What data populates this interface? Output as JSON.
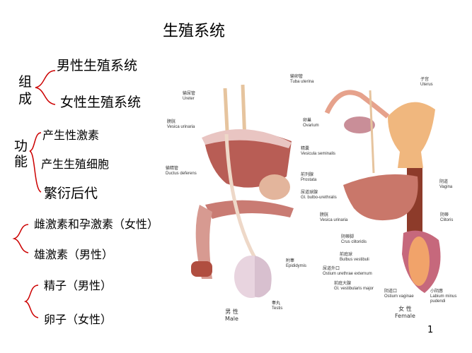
{
  "title": "生殖系统",
  "composition": {
    "label": "组成",
    "items": [
      "男性生殖系统",
      "女性生殖系统"
    ]
  },
  "function": {
    "label": "功能",
    "items": [
      "产生性激素",
      "产生生殖细胞",
      "繁衍后代"
    ]
  },
  "hormones": [
    "雌激素和孕激素（女性）",
    "雄激素（男性）"
  ],
  "gametes": [
    "精子（男性）",
    "卵子（女性）"
  ],
  "figure": {
    "male_labels": [
      {
        "cn": "输尿管",
        "en": "Ureter"
      },
      {
        "cn": "膀胱",
        "en": "Vesica urinaria"
      },
      {
        "cn": "输精管",
        "en": "Ductus deferens"
      },
      {
        "cn": "精囊",
        "en": "Vesicula seminalis"
      },
      {
        "cn": "前列腺",
        "en": "Prostata"
      },
      {
        "cn": "尿道球腺",
        "en": "Gl. bulbo-urethralis"
      },
      {
        "cn": "附睾",
        "en": "Epididymis"
      },
      {
        "cn": "睾丸",
        "en": "Testis"
      }
    ],
    "female_labels": [
      {
        "cn": "输卵管",
        "en": "Tuba uterina"
      },
      {
        "cn": "卵巢",
        "en": "Ovarium"
      },
      {
        "cn": "子宫",
        "en": "Uterus"
      },
      {
        "cn": "阴道",
        "en": "Vagina"
      },
      {
        "cn": "膀胱",
        "en": "Vesica urinaria"
      },
      {
        "cn": "阴蒂",
        "en": "Clitoris"
      },
      {
        "cn": "阴蒂脚",
        "en": "Crus clitoridis"
      },
      {
        "cn": "前庭球",
        "en": "Bulbus vestibuli"
      },
      {
        "cn": "尿道外口",
        "en": "Ostium urethrae externum"
      },
      {
        "cn": "前庭大腺",
        "en": "Gl. vestibularis major"
      },
      {
        "cn": "阴道口",
        "en": "Ostium vaginae"
      },
      {
        "cn": "小阴唇",
        "en": "Labium minus pudendi"
      }
    ],
    "male": {
      "cn": "男 性",
      "en": "Male"
    },
    "female": {
      "cn": "女 性",
      "en": "Female"
    }
  },
  "page_number": "1",
  "colors": {
    "tissue": "#c9776a",
    "uterus": "#f0b77e",
    "testis": "#e8d4df"
  }
}
